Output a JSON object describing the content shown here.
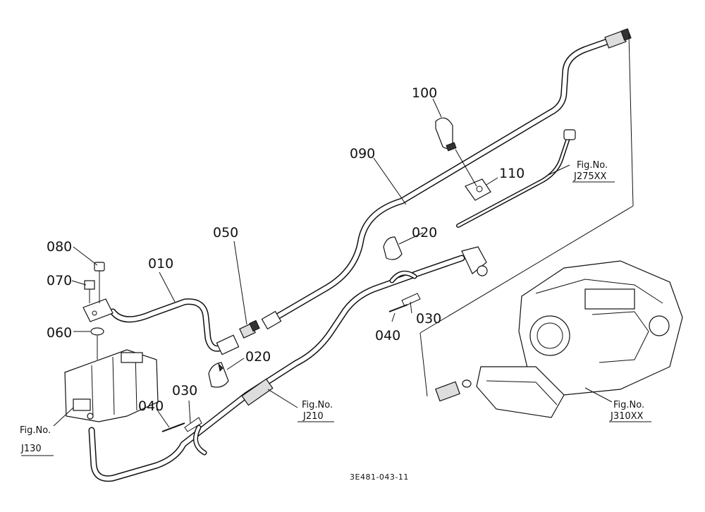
{
  "callouts": {
    "p010": "010",
    "p020a": "020",
    "p020b": "020",
    "p030a": "030",
    "p030b": "030",
    "p040a": "040",
    "p040b": "040",
    "p050": "050",
    "p060": "060",
    "p070": "070",
    "p080": "080",
    "p090": "090",
    "p100": "100",
    "p110": "110"
  },
  "figure_refs": {
    "j130": {
      "label": "Fig.No.",
      "code": "J130"
    },
    "j210": {
      "label": "Fig.No.",
      "code": "J210"
    },
    "j275": {
      "label": "Fig.No.",
      "code": "J275XX"
    },
    "j310": {
      "label": "Fig.No.",
      "code": "J310XX"
    }
  },
  "drawing_code": "3E481-043-11"
}
